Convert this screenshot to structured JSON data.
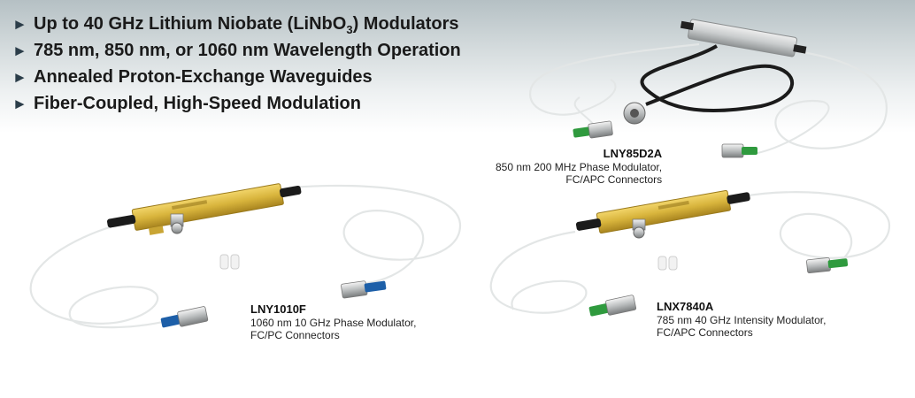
{
  "bullets": {
    "b1_pre": "Up to 40 GHz Lithium Niobate (LiNbO",
    "b1_sub": "3",
    "b1_post": ") Modulators",
    "b2": "785 nm, 850 nm, or 1060 nm Wavelength Operation",
    "b3": "Annealed Proton-Exchange Waveguides",
    "b4": "Fiber-Coupled, High-Speed Modulation",
    "marker": "►"
  },
  "products": [
    {
      "part": "LNY85D2A",
      "line1": "850 nm 200 MHz Phase Modulator,",
      "line2": "FC/APC Connectors"
    },
    {
      "part": "LNY1010F",
      "line1": "1060 nm 10 GHz Phase Modulator,",
      "line2": "FC/PC Connectors"
    },
    {
      "part": "LNX7840A",
      "line1": "785 nm 40 GHz Intensity Modulator,",
      "line2": "FC/APC Connectors"
    }
  ],
  "colors": {
    "gold_body": "#d8b43c",
    "silver_body": "#c9cccd",
    "fc_apc_boot": "#2f9a3e",
    "fc_pc_boot": "#1d5fa8",
    "fiber": "#e3e6e6",
    "rf_cable": "#1b1b1b"
  }
}
